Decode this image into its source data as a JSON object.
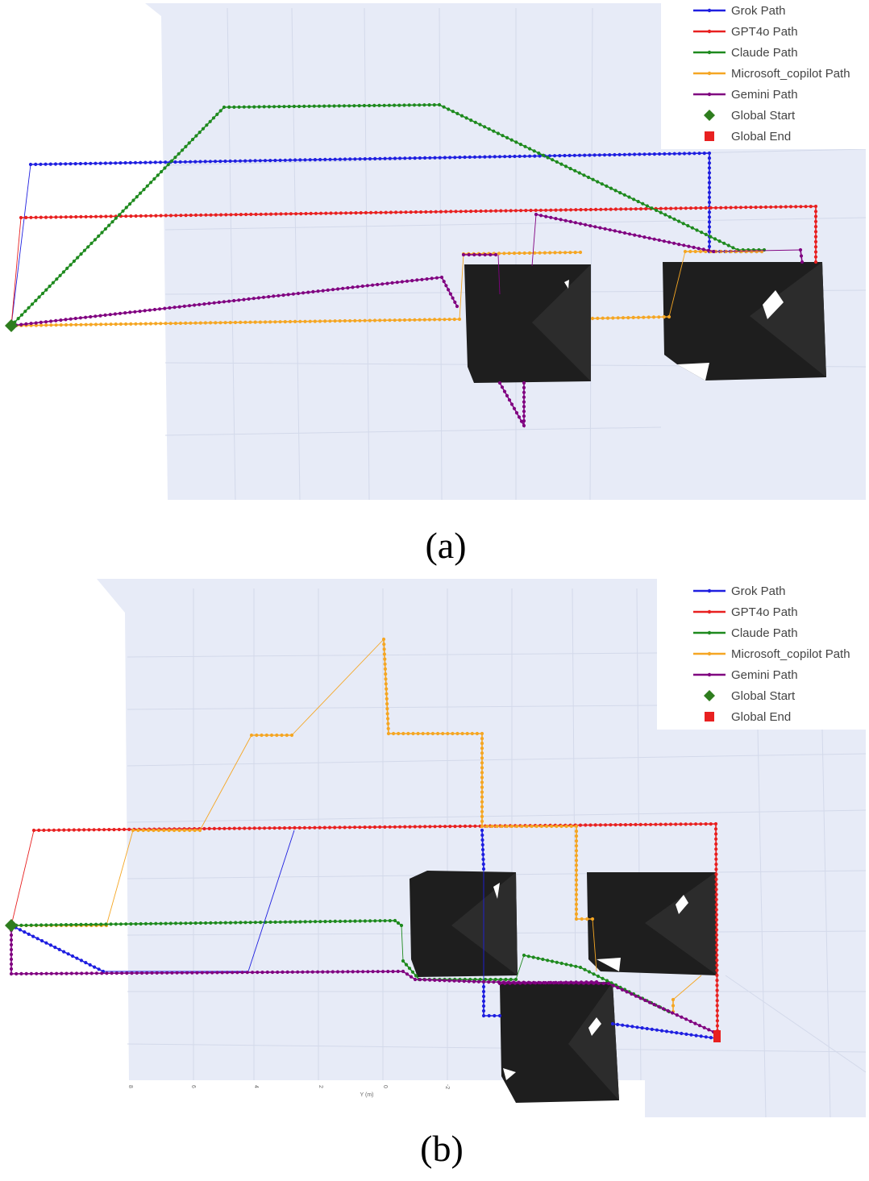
{
  "legend": [
    {
      "name": "Grok Path",
      "color": "#1f1fe0",
      "marker": "line"
    },
    {
      "name": "GPT4o Path",
      "color": "#e82020",
      "marker": "line"
    },
    {
      "name": "Claude Path",
      "color": "#1e8a1e",
      "marker": "line"
    },
    {
      "name": "Microsoft_copilot Path",
      "color": "#f5a623",
      "marker": "line"
    },
    {
      "name": "Gemini Path",
      "color": "#800080",
      "marker": "line"
    },
    {
      "name": "Global Start",
      "color": "#2e7d1e",
      "marker": "diamond"
    },
    {
      "name": "Global End",
      "color": "#e82020",
      "marker": "square"
    }
  ],
  "chart_data": [
    {
      "type": "scatter",
      "panel_label": "(a)",
      "legend": [
        "Grok Path",
        "GPT4o Path",
        "Claude Path",
        "Microsoft_copilot Path",
        "Gemini Path",
        "Global Start",
        "Global End"
      ],
      "grid": true,
      "legend_placement": "top-right"
    },
    {
      "type": "scatter",
      "panel_label": "(b)",
      "legend": [
        "Grok Path",
        "GPT4o Path",
        "Claude Path",
        "Microsoft_copilot Path",
        "Gemini Path",
        "Global Start",
        "Global End"
      ],
      "grid": true,
      "legend_placement": "top-right",
      "y_axis": {
        "title": "Y (m)",
        "ticks": [
          "8",
          "6",
          "4",
          "2",
          "0",
          "-2"
        ]
      }
    }
  ]
}
